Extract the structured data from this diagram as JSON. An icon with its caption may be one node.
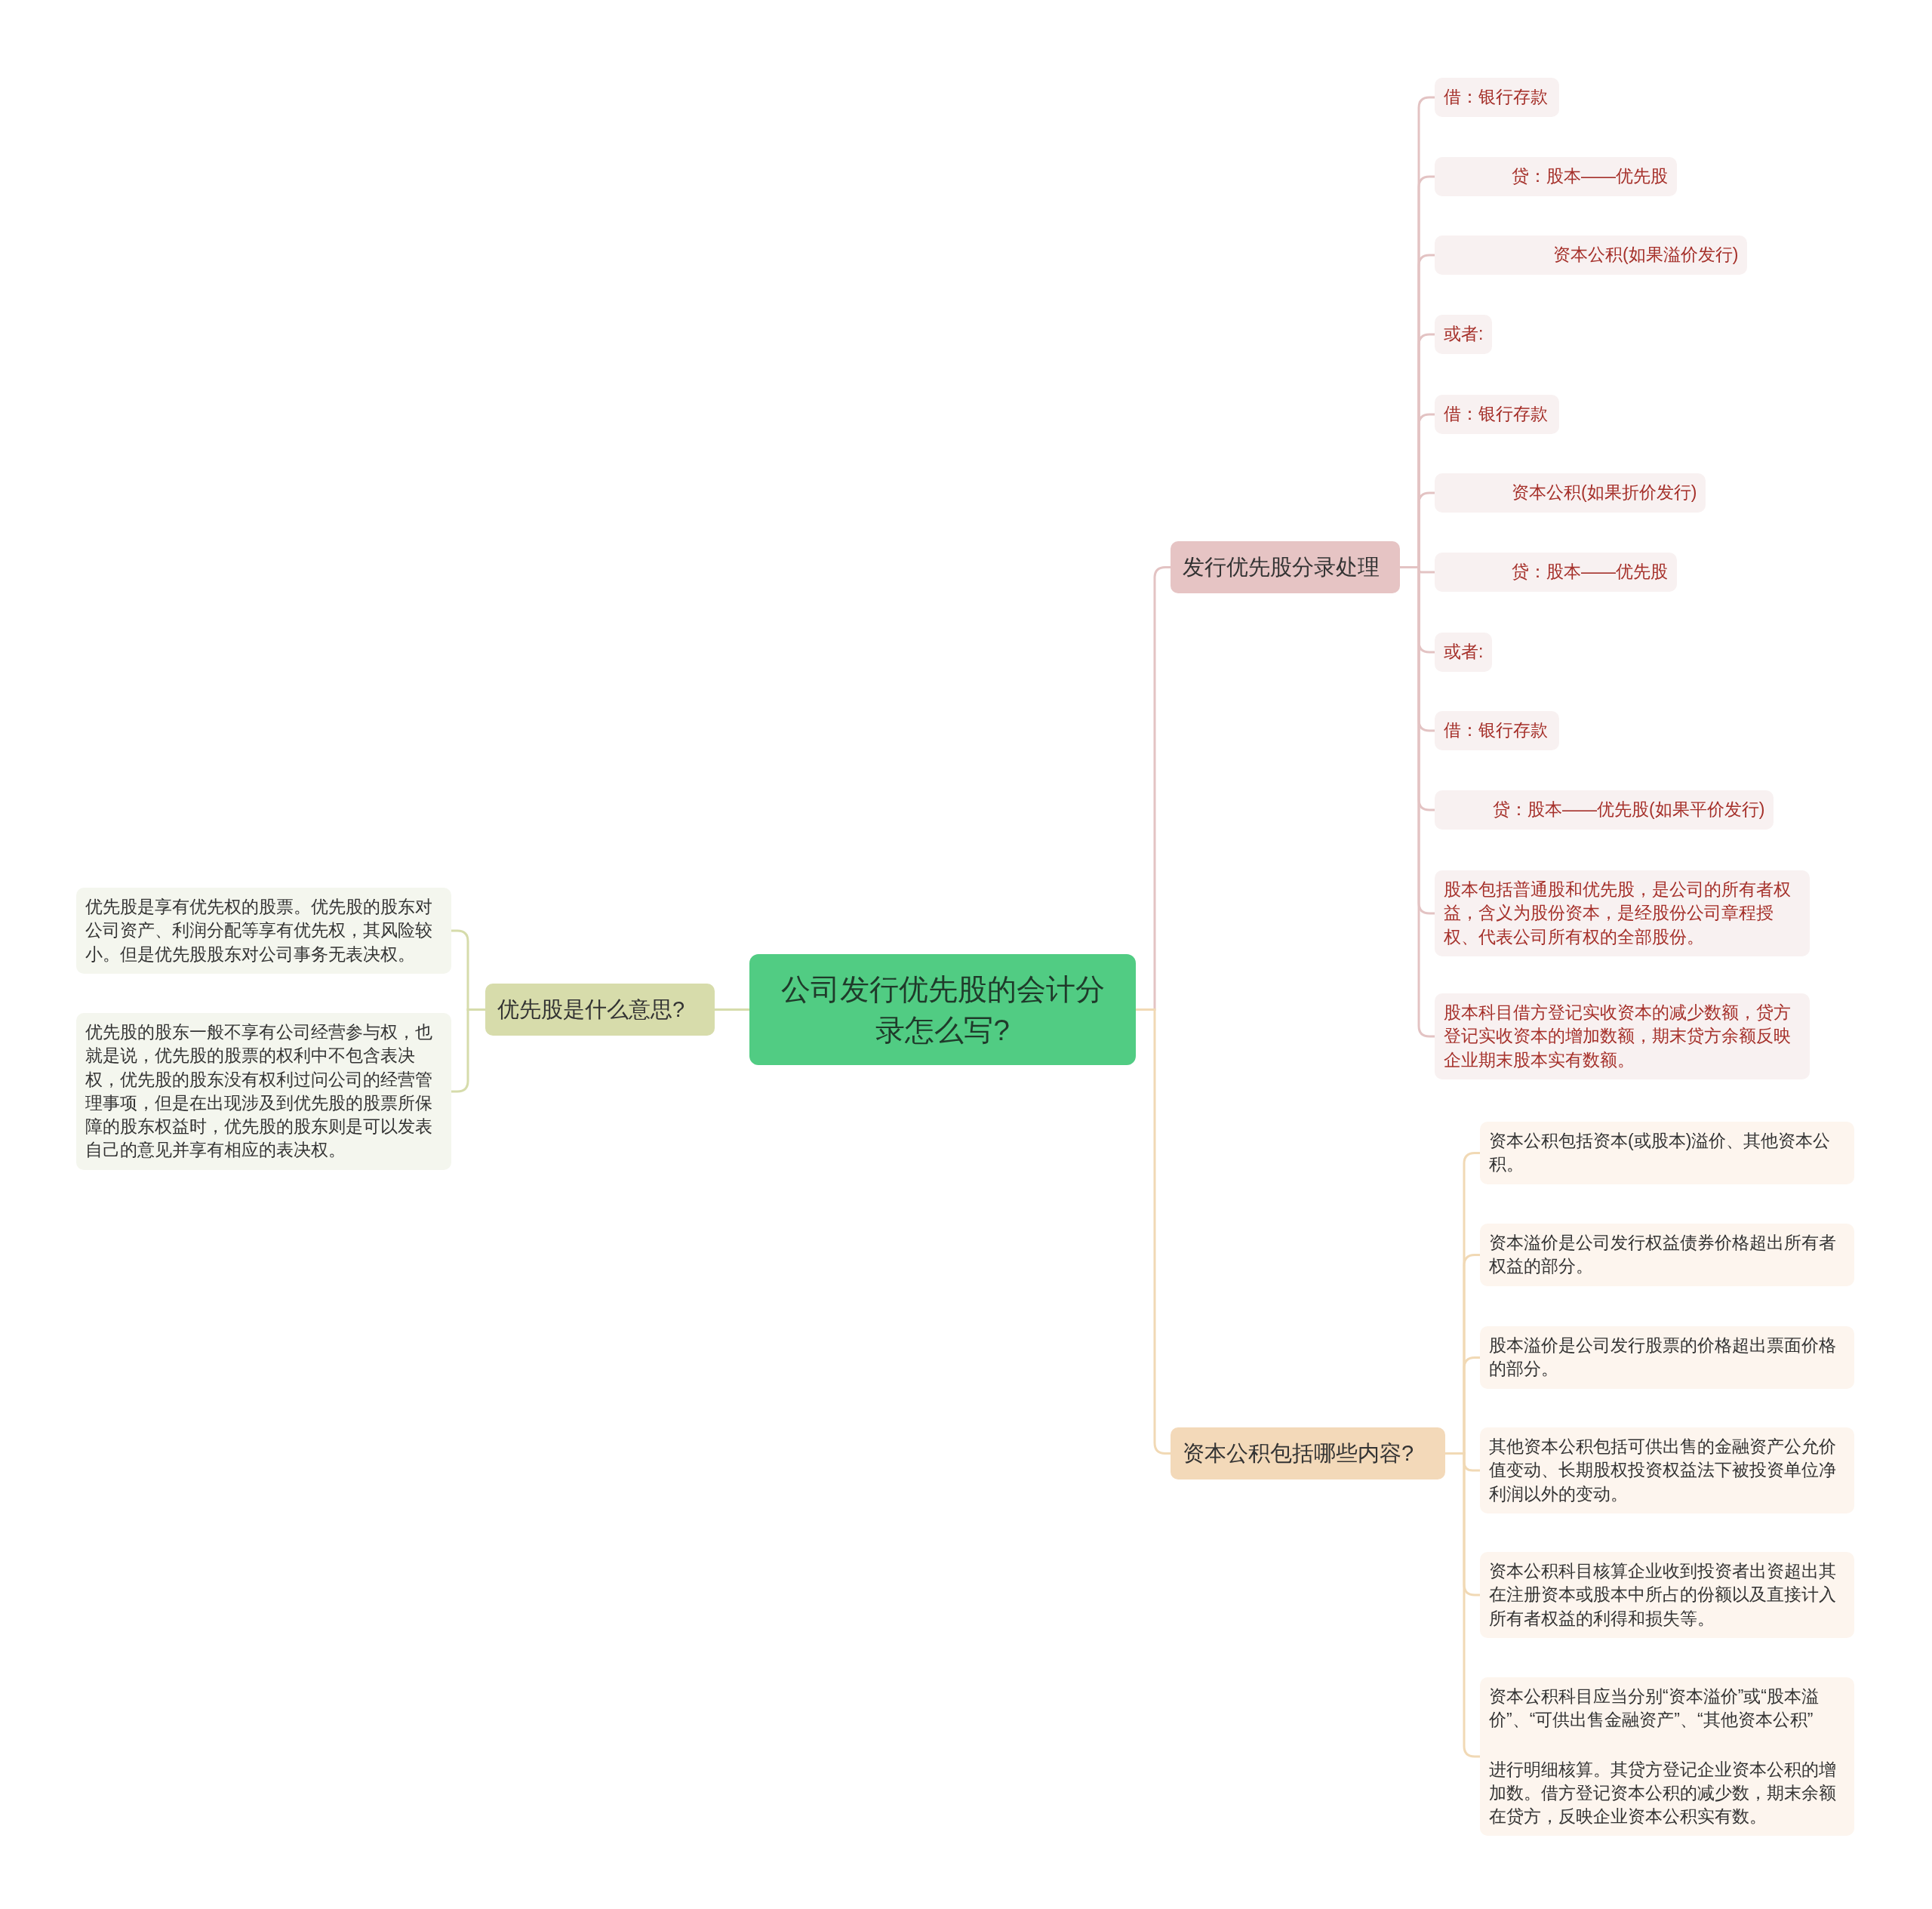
{
  "diagram": {
    "nodes": [
      {
        "text": [
          "公司发行优先股的会计分录怎么写?"
        ]
      },
      {
        "text": [
          "发行优先股分录处理"
        ]
      },
      {
        "text": [
          "借：银行存款"
        ]
      },
      {
        "text": [
          "贷：股本——优先股"
        ]
      },
      {
        "text": [
          "资本公积(如果溢价发行)"
        ]
      },
      {
        "text": [
          "或者:"
        ]
      },
      {
        "text": [
          "借：银行存款"
        ]
      },
      {
        "text": [
          "资本公积(如果折价发行)"
        ]
      },
      {
        "text": [
          "贷：股本——优先股"
        ]
      },
      {
        "text": [
          "或者:"
        ]
      },
      {
        "text": [
          "借：银行存款"
        ]
      },
      {
        "text": [
          "贷：股本——优先股(如果平价发行)"
        ]
      },
      {
        "text": [
          "股本包括普通股和优先股，是公司的所有者权益，含义为股份资本，是经股份公司章程授权、代表公司所有权的全部股份。"
        ]
      },
      {
        "text": [
          "股本科目借方登记实收资本的减少数额，贷方登记实收资本的增加数额，期末贷方余额反映企业期末股本实有数额。"
        ]
      },
      {
        "text": [
          "资本公积包括哪些内容?"
        ]
      },
      {
        "text": [
          "资本公积包括资本(或股本)溢价、其他资本公积。"
        ]
      },
      {
        "text": [
          "资本溢价是公司发行权益债券价格超出所有者权益的部分。"
        ]
      },
      {
        "text": [
          "股本溢价是公司发行股票的价格超出票面价格的部分。"
        ]
      },
      {
        "text": [
          "其他资本公积包括可供出售的金融资产公允价值变动、长期股权投资权益法下被投资单位净利润以外的变动。"
        ]
      },
      {
        "text": [
          "资本公积科目核算企业收到投资者出资超出其在注册资本或股本中所占的份额以及直接计入所有者权益的利得和损失等。"
        ]
      },
      {
        "text": [
          "资本公积科目应当分别“资本溢价”或“股本溢价”、“可供出售金融资产”、“其他资本公积”",
          "进行明细核算。其贷方登记企业资本公积的增加数。借方登记资本公积的减少数，期末余额在贷方，反映企业资本公积实有数。"
        ]
      },
      {
        "text": [
          "优先股是什么意思?"
        ]
      },
      {
        "text": [
          "优先股是享有优先权的股票。优先股的股东对公司资产、利润分配等享有优先权，其风险较小。但是优先股股东对公司事务无表决权。"
        ]
      },
      {
        "text": [
          "优先股的股东一般不享有公司经营参与权，也就是说，优先股的股票的权利中不包含表决权，优先股的股东没有权利过问公司的经营管理事项，但是在出现涉及到优先股的股票所保障的股东权益时，优先股的股东则是可以发表自己的意见并享有相应的表决权。"
        ]
      }
    ],
    "edges": [
      {
        "from": 0,
        "to": 1,
        "arrow": "none"
      },
      {
        "from": 1,
        "to": 2,
        "arrow": "none"
      },
      {
        "from": 1,
        "to": 3,
        "arrow": "none"
      },
      {
        "from": 1,
        "to": 4,
        "arrow": "none"
      },
      {
        "from": 1,
        "to": 5,
        "arrow": "none"
      },
      {
        "from": 1,
        "to": 6,
        "arrow": "none"
      },
      {
        "from": 1,
        "to": 7,
        "arrow": "none"
      },
      {
        "from": 1,
        "to": 8,
        "arrow": "none"
      },
      {
        "from": 1,
        "to": 9,
        "arrow": "none"
      },
      {
        "from": 1,
        "to": 10,
        "arrow": "none"
      },
      {
        "from": 1,
        "to": 11,
        "arrow": "none"
      },
      {
        "from": 1,
        "to": 12,
        "arrow": "none"
      },
      {
        "from": 1,
        "to": 13,
        "arrow": "none"
      },
      {
        "from": 0,
        "to": 14,
        "arrow": "none",
        "color": "#f1d9b5"
      },
      {
        "from": 14,
        "to": 15,
        "arrow": "none",
        "color": "#f1d9b5"
      },
      {
        "from": 14,
        "to": 16,
        "arrow": "none",
        "color": "#f1d9b5"
      },
      {
        "from": 14,
        "to": 17,
        "arrow": "none",
        "color": "#f1d9b5"
      },
      {
        "from": 14,
        "to": 18,
        "arrow": "none",
        "color": "#f1d9b5"
      },
      {
        "from": 14,
        "to": 19,
        "arrow": "none",
        "color": "#f1d9b5"
      },
      {
        "from": 14,
        "to": 20,
        "arrow": "none",
        "color": "#f1d9b5"
      },
      {
        "from": 0,
        "to": 21,
        "arrow": "none",
        "color": "#d6dcab"
      },
      {
        "from": 21,
        "to": 22,
        "arrow": "none",
        "color": "#d6dcab"
      },
      {
        "from": 21,
        "to": 23,
        "arrow": "none",
        "color": "#d6dcab"
      }
    ]
  }
}
